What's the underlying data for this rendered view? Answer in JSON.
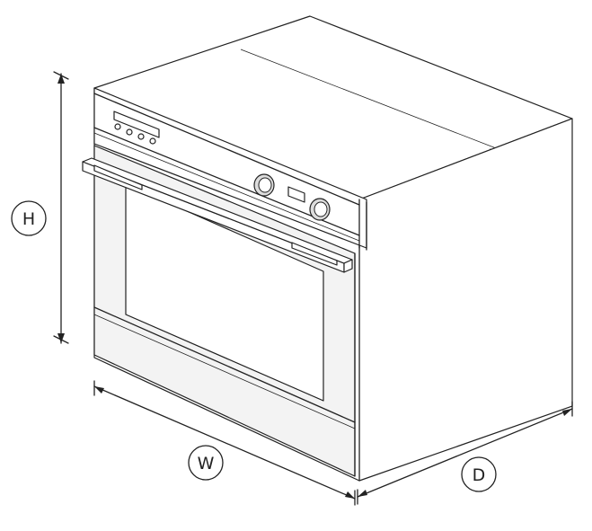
{
  "dimensions": {
    "height": {
      "letter": "H"
    },
    "width": {
      "letter": "W"
    },
    "depth": {
      "letter": "D"
    }
  }
}
